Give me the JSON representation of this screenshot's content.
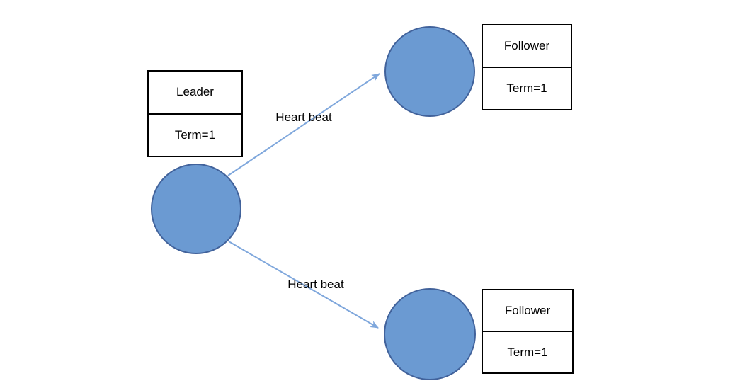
{
  "diagram": {
    "leader": {
      "role_label": "Leader",
      "term_label": "Term=1"
    },
    "followers": [
      {
        "role_label": "Follower",
        "term_label": "Term=1"
      },
      {
        "role_label": "Follower",
        "term_label": "Term=1"
      }
    ],
    "edges": [
      {
        "label": "Heart beat"
      },
      {
        "label": "Heart beat"
      }
    ],
    "colors": {
      "node_fill": "#6B9AD2",
      "node_stroke": "#41629B",
      "arrow": "#7FA7DC",
      "box_border": "#000000",
      "text": "#000000",
      "background": "#FFFFFF"
    }
  }
}
